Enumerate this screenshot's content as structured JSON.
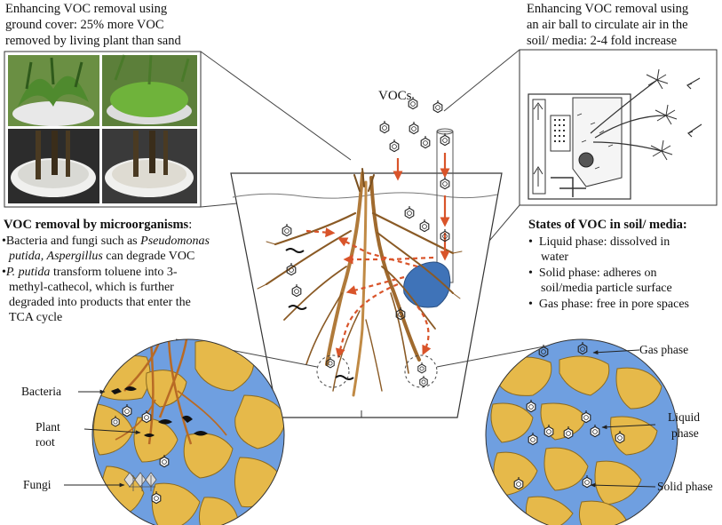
{
  "top_left_caption": {
    "line1": "Enhancing VOC removal using",
    "line2": "ground cover:  25% more VOC",
    "line3": "removed by living  plant than sand"
  },
  "top_right_caption": {
    "line1": "Enhancing VOC removal  using",
    "line2": "an air ball to circulate air in the",
    "line3": "soil/ media: 2-4 fold increase"
  },
  "vocs_label": "VOCs",
  "microorganisms": {
    "heading": "VOC removal by microorganisms",
    "colon": ":",
    "b1_l1_pre": "Bacteria and fungi such as ",
    "b1_l1_italic": "Pseudomonas",
    "b1_l2_italic": "putida, Aspergillus",
    "b1_l2_post": " can degrade VOC",
    "b2_l1_italic": "P. putida",
    "b2_l1_post": " transform toluene into 3-",
    "b2_l2": "methyl-cathecol,  which is further",
    "b2_l3": "degraded into products that enter the",
    "b2_l4": "TCA cycle"
  },
  "states": {
    "heading": "States of VOC in soil/ media:",
    "b1_l1": "Liquid phase: dissolved in",
    "b1_l2": "water",
    "b2_l1": "Solid phase: adheres on",
    "b2_l2": "soil/media particle surface",
    "b3_l1": "Gas phase:  free in pore spaces"
  },
  "left_circle_labels": {
    "bacteria": "Bacteria",
    "plant_root_l1": "Plant",
    "plant_root_l2": "root",
    "fungi": "Fungi"
  },
  "right_circle_labels": {
    "gas": "Gas phase",
    "liquid_l1": "Liquid",
    "liquid_l2": "phase",
    "solid": "Solid phase"
  },
  "bullet_glyph": "•",
  "colors": {
    "soil_particle": "#e6b94a",
    "water": "#6f9fe0",
    "arrow_red": "#d9542a",
    "root": "#b07a3a",
    "air_ball": "#3f73b8"
  }
}
